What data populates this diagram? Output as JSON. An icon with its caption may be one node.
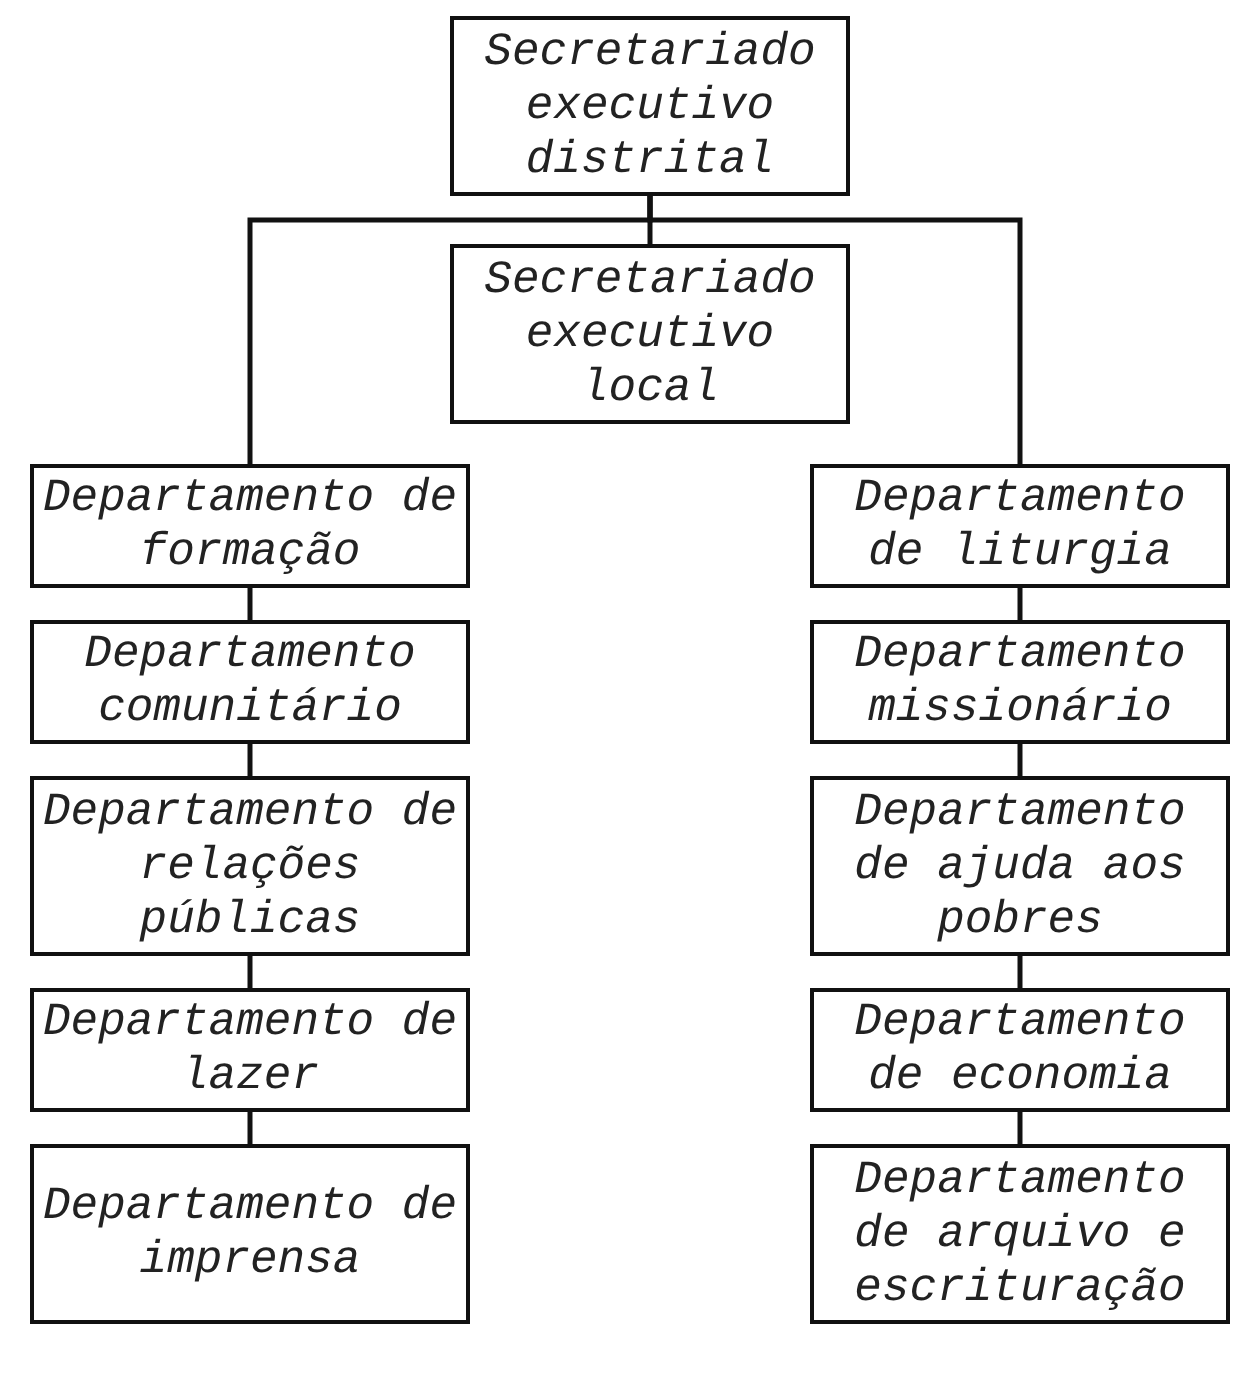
{
  "diagram": {
    "nodes": [
      {
        "text": [
          "Secretariado executivo distrital"
        ]
      },
      {
        "text": [
          "Secretariado executivo local"
        ]
      },
      {
        "text": [
          "Departamento de formação"
        ]
      },
      {
        "text": [
          "Departamento de liturgia"
        ]
      },
      {
        "text": [
          "Departamento comunitário"
        ]
      },
      {
        "text": [
          "Departamento missionário"
        ]
      },
      {
        "text": [
          "Departamento de relações públicas"
        ]
      },
      {
        "text": [
          "Departamento de ajuda aos pobres"
        ]
      },
      {
        "text": [
          "Departamento de lazer"
        ]
      },
      {
        "text": [
          "Departamento de economia"
        ]
      },
      {
        "text": [
          "Departamento de imprensa"
        ]
      },
      {
        "text": [
          "Departamento de arquivo e escrituração"
        ]
      }
    ],
    "edges": [
      {
        "from": 0,
        "to": 1,
        "arrow": "none"
      },
      {
        "from": 0,
        "to": 2,
        "arrow": "none"
      },
      {
        "from": 0,
        "to": 3,
        "arrow": "none"
      },
      {
        "from": 2,
        "to": 4,
        "arrow": "none"
      },
      {
        "from": 4,
        "to": 6,
        "arrow": "none"
      },
      {
        "from": 6,
        "to": 8,
        "arrow": "none"
      },
      {
        "from": 8,
        "to": 10,
        "arrow": "none"
      },
      {
        "from": 3,
        "to": 5,
        "arrow": "none"
      },
      {
        "from": 5,
        "to": 7,
        "arrow": "none"
      },
      {
        "from": 7,
        "to": 9,
        "arrow": "none"
      },
      {
        "from": 9,
        "to": 11,
        "arrow": "none"
      }
    ]
  }
}
